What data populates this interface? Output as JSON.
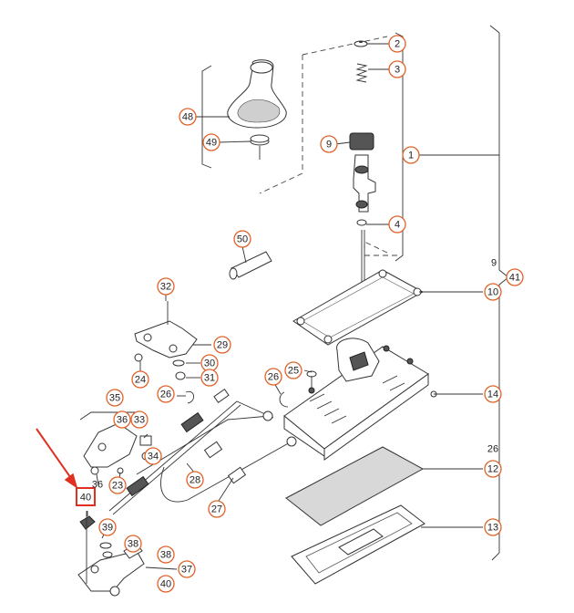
{
  "callouts": [
    {
      "id": "2",
      "text": "2"
    },
    {
      "id": "3",
      "text": "3"
    },
    {
      "id": "1",
      "text": "1"
    },
    {
      "id": "9a",
      "text": "9"
    },
    {
      "id": "4",
      "text": "4"
    },
    {
      "id": "48",
      "text": "48"
    },
    {
      "id": "49",
      "text": "49"
    },
    {
      "id": "50",
      "text": "50"
    },
    {
      "id": "9b",
      "text": "9"
    },
    {
      "id": "41",
      "text": "41"
    },
    {
      "id": "10",
      "text": "10"
    },
    {
      "id": "32",
      "text": "32"
    },
    {
      "id": "29",
      "text": "29"
    },
    {
      "id": "24",
      "text": "24"
    },
    {
      "id": "30",
      "text": "30"
    },
    {
      "id": "31",
      "text": "31"
    },
    {
      "id": "25",
      "text": "25"
    },
    {
      "id": "26a",
      "text": "26"
    },
    {
      "id": "26b",
      "text": "26"
    },
    {
      "id": "14",
      "text": "14"
    },
    {
      "id": "35",
      "text": "35"
    },
    {
      "id": "36a",
      "text": "36"
    },
    {
      "id": "33",
      "text": "33"
    },
    {
      "id": "34",
      "text": "34"
    },
    {
      "id": "26c",
      "text": "26"
    },
    {
      "id": "12",
      "text": "12"
    },
    {
      "id": "28",
      "text": "28"
    },
    {
      "id": "36b",
      "text": "36"
    },
    {
      "id": "23",
      "text": "23"
    },
    {
      "id": "40a",
      "text": "40"
    },
    {
      "id": "27",
      "text": "27"
    },
    {
      "id": "39",
      "text": "39"
    },
    {
      "id": "13",
      "text": "13"
    },
    {
      "id": "38a",
      "text": "38"
    },
    {
      "id": "38b",
      "text": "38"
    },
    {
      "id": "37",
      "text": "37"
    },
    {
      "id": "40b",
      "text": "40"
    }
  ],
  "highlight": {
    "target_callout": "40",
    "color": "#e03020"
  },
  "colors": {
    "callout_ring": "#e0632a",
    "line": "#333333",
    "highlight": "#e03020"
  }
}
